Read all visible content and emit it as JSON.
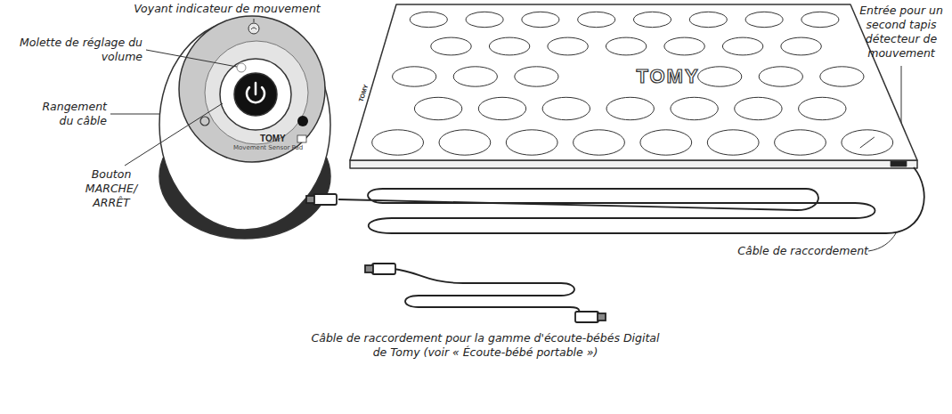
{
  "diagram": {
    "labels": [
      "Voyant indicateur de mouvement",
      "Molette de réglage du volume",
      "Rangement du câble",
      "Bouton MARCHE/ ARRÊT",
      "TOMY",
      "Movement Sensor Pad",
      "TOMY",
      "TOMY",
      "Entrée pour un second tapis détecteur de mouvement",
      "Câble de raccordement",
      "Câble de raccordement pour la gamme d'écoute-bébés Digital de Tomy (voir « Écoute-bébé portable »)"
    ]
  }
}
